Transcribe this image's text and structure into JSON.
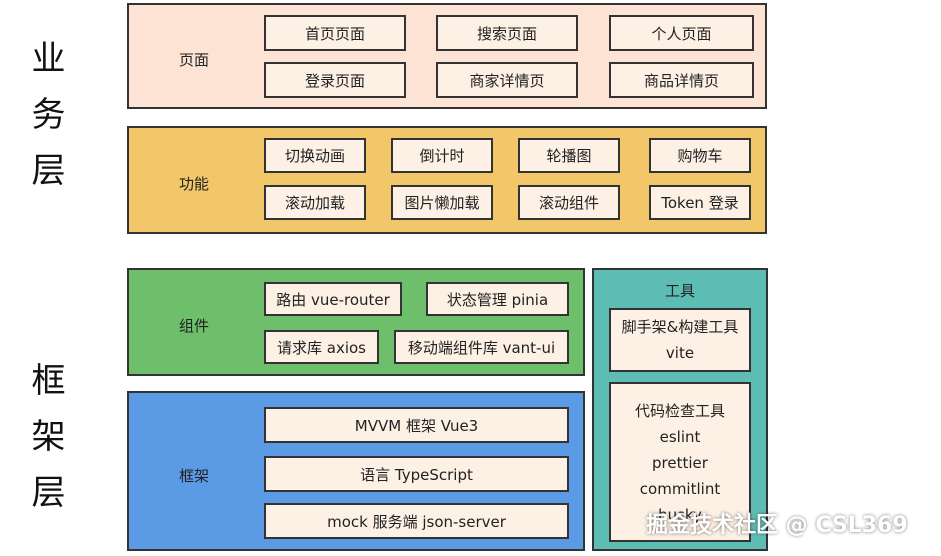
{
  "side_labels": {
    "business": "业务层",
    "framework": "框架层"
  },
  "pages": {
    "title": "页面",
    "items": [
      "首页页面",
      "搜索页面",
      "个人页面",
      "登录页面",
      "商家详情页",
      "商品详情页"
    ]
  },
  "features": {
    "title": "功能",
    "items": [
      "切换动画",
      "倒计时",
      "轮播图",
      "购物车",
      "滚动加载",
      "图片懒加载",
      "滚动组件",
      "Token 登录"
    ]
  },
  "components": {
    "title": "组件",
    "items": [
      "路由 vue-router",
      "状态管理 pinia",
      "请求库 axios",
      "移动端组件库 vant-ui"
    ]
  },
  "framework": {
    "title": "框架",
    "items": [
      "MVVM 框架 Vue3",
      "语言 TypeScript",
      "mock 服务端 json-server"
    ]
  },
  "tools": {
    "title": "工具",
    "scaffold": [
      "脚手架&构建工具",
      "vite"
    ],
    "lint": [
      "代码检查工具",
      "eslint",
      "prettier",
      "commitlint",
      "husky"
    ]
  },
  "watermark": "掘金技术社区 @ CSL369",
  "colors": {
    "pages_bg": "#fde3d4",
    "features_bg": "#f1c76a",
    "components_bg": "#6dbf6b",
    "framework_bg": "#5b9be6",
    "tools_bg": "#5dbdb4",
    "box_bg": "#fdf0e4"
  }
}
